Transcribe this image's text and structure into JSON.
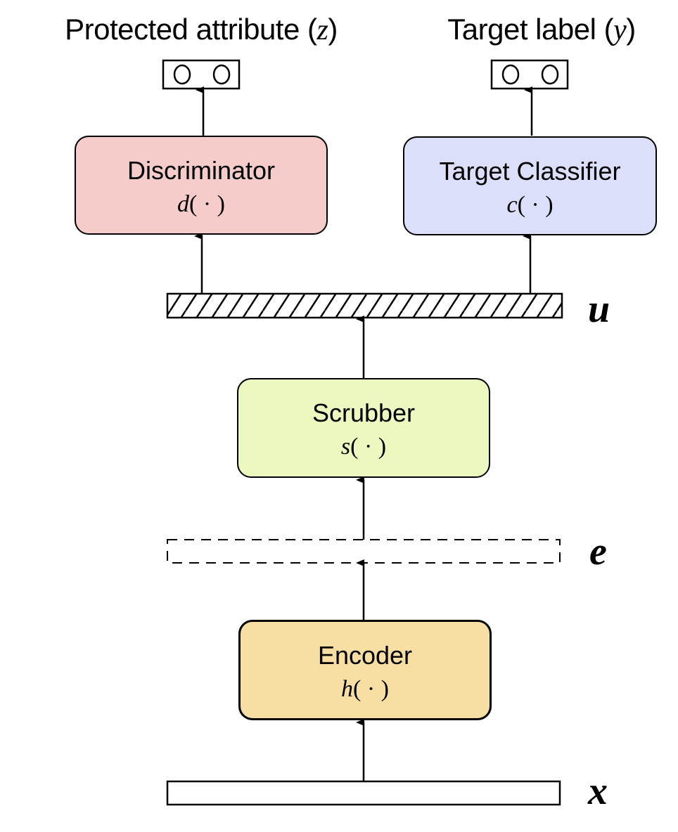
{
  "outputs": {
    "protected": {
      "text": "Protected attribute (",
      "var": "z",
      "close": ")"
    },
    "target": {
      "text": "Target label (",
      "var": "y",
      "close": ")"
    }
  },
  "blocks": {
    "discriminator": {
      "name": "Discriminator",
      "fn_var": "d",
      "fn_rest": "( · )",
      "color": "#f6cccb"
    },
    "target_classifier": {
      "name": "Target Classifier",
      "fn_var": "c",
      "fn_rest": "( · )",
      "color": "#dcdffa"
    },
    "scrubber": {
      "name": "Scrubber",
      "fn_var": "s",
      "fn_rest": "( · )",
      "color": "#ebf9c0"
    },
    "encoder": {
      "name": "Encoder",
      "fn_var": "h",
      "fn_rest": "( · )",
      "color": "#f7dea3"
    }
  },
  "vectors": {
    "u": "u",
    "e": "e",
    "x": "x"
  }
}
